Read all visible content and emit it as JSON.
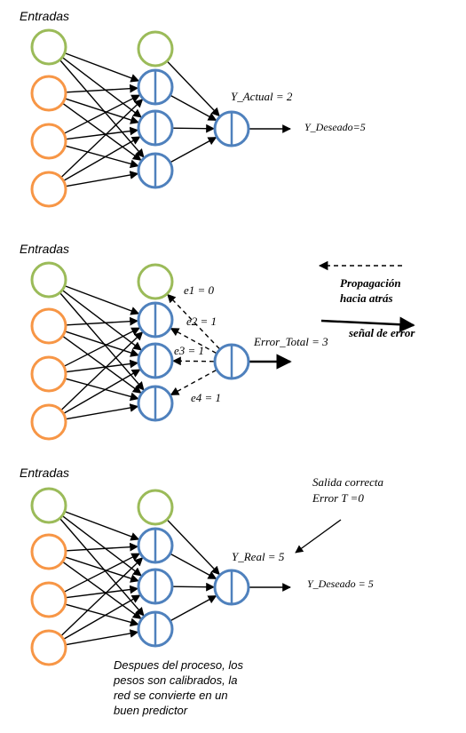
{
  "colors": {
    "input_green": "#9BBB59",
    "input_orange": "#F79646",
    "neuron_blue": "#4F81BD",
    "edge": "#000000"
  },
  "panel1": {
    "entradas": "Entradas",
    "y_actual": "Y_Actual = 2",
    "y_deseado": "Y_Deseado=5"
  },
  "panel2": {
    "entradas": "Entradas",
    "e1": "e1 = 0",
    "e2": "e2 = 1",
    "e3": "e3  = 1",
    "e4": "e4 = 1",
    "error_total": "Error_Total = 3",
    "legend_backprop_line1": "Propagación",
    "legend_backprop_line2": "hacia atrás",
    "legend_signal": "señal de error"
  },
  "panel3": {
    "entradas": "Entradas",
    "salida_line1": "Salida correcta",
    "salida_line2": "Error T =0",
    "y_real": "Y_Real = 5",
    "y_deseado": "Y_Deseado = 5",
    "note_line1": "Despues del proceso, los",
    "note_line2": "pesos  son  calibrados,  la",
    "note_line3": "red  se  convierte  en  un",
    "note_line4": "buen predictor"
  }
}
